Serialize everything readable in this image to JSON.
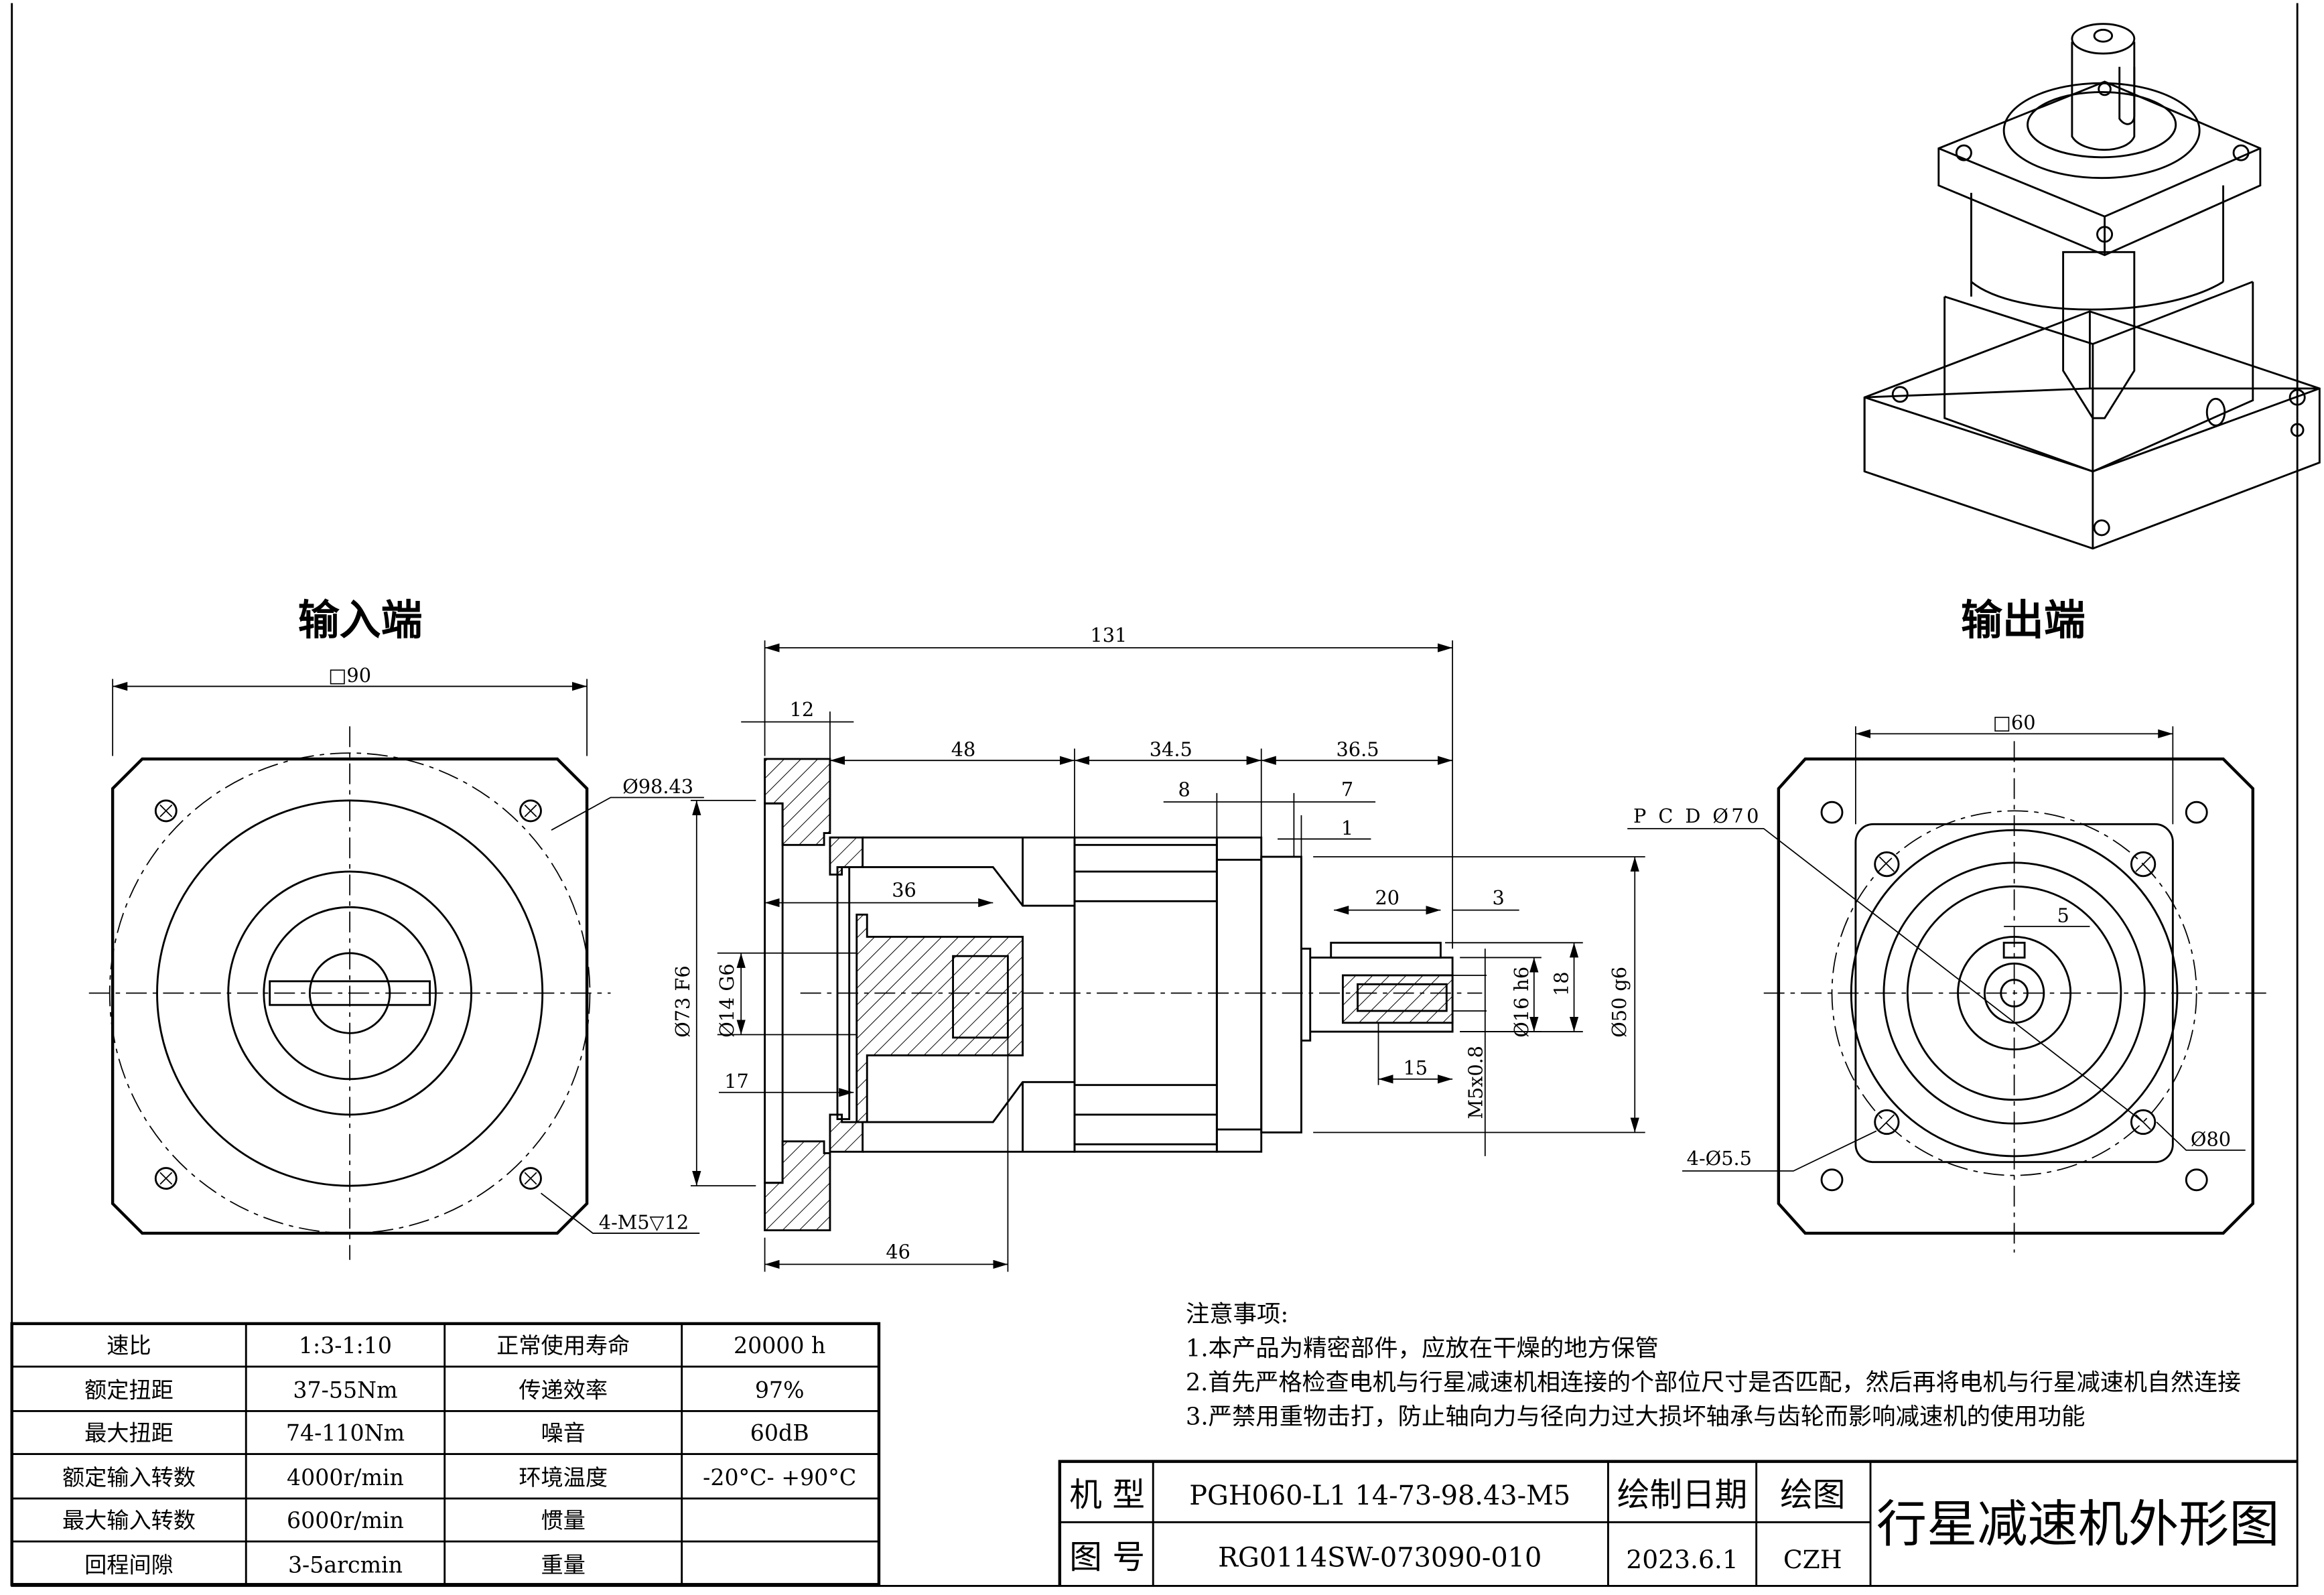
{
  "views": {
    "input_title": "输入端",
    "output_title": "输出端"
  },
  "dimensions": {
    "input": {
      "square": "□90",
      "bolt_circle": "Ø98.43",
      "tapped_holes": "4-M5▽12"
    },
    "side": {
      "overall": "131",
      "flange": "12",
      "d48": "48",
      "d34_5": "34.5",
      "d36_5": "36.5",
      "d8": "8",
      "d7": "7",
      "d1": "1",
      "d36": "36",
      "d20": "20",
      "d3": "3",
      "pilot": "Ø73 F6",
      "bore": "Ø14 G6",
      "d17": "17",
      "d46": "46",
      "d15": "15",
      "thread": "M5x0.8",
      "shaft": "Ø16 h6",
      "key_height": "18",
      "spigot": "Ø50 g6"
    },
    "output": {
      "pcd": "P C D Ø70",
      "square": "□60",
      "key_width": "5",
      "holes": "4-Ø5.5",
      "outer": "Ø80"
    }
  },
  "specs": {
    "rows": [
      [
        "速比",
        "1:3-1:10",
        "正常使用寿命",
        "20000 h"
      ],
      [
        "额定扭距",
        "37-55Nm",
        "传递效率",
        "97%"
      ],
      [
        "最大扭距",
        "74-110Nm",
        "噪音",
        "60dB"
      ],
      [
        "额定输入转数",
        "4000r/min",
        "环境温度",
        "-20°C- +90°C"
      ],
      [
        "最大输入转数",
        "6000r/min",
        "惯量",
        ""
      ],
      [
        "回程间隙",
        "3-5arcmin",
        "重量",
        ""
      ]
    ]
  },
  "notes": {
    "title": "注意事项:",
    "items": [
      "1.本产品为精密部件，应放在干燥的地方保管",
      "2.首先严格检查电机与行星减速机相连接的个部位尺寸是否匹配，然后再将电机与行星减速机自然连接",
      "3.严禁用重物击打，防止轴向力与径向力过大损坏轴承与齿轮而影响减速机的使用功能"
    ]
  },
  "title_block": {
    "model_label": "机  型",
    "model_value": "PGH060-L1 14-73-98.43-M5",
    "drawing_no_label": "图  号",
    "drawing_no_value": "RG0114SW-073090-010",
    "date_label": "绘制日期",
    "date_value": "2023.6.1",
    "drawer_label": "绘图",
    "drawer_value": "CZH",
    "drawing_title": "行星减速机外形图"
  }
}
